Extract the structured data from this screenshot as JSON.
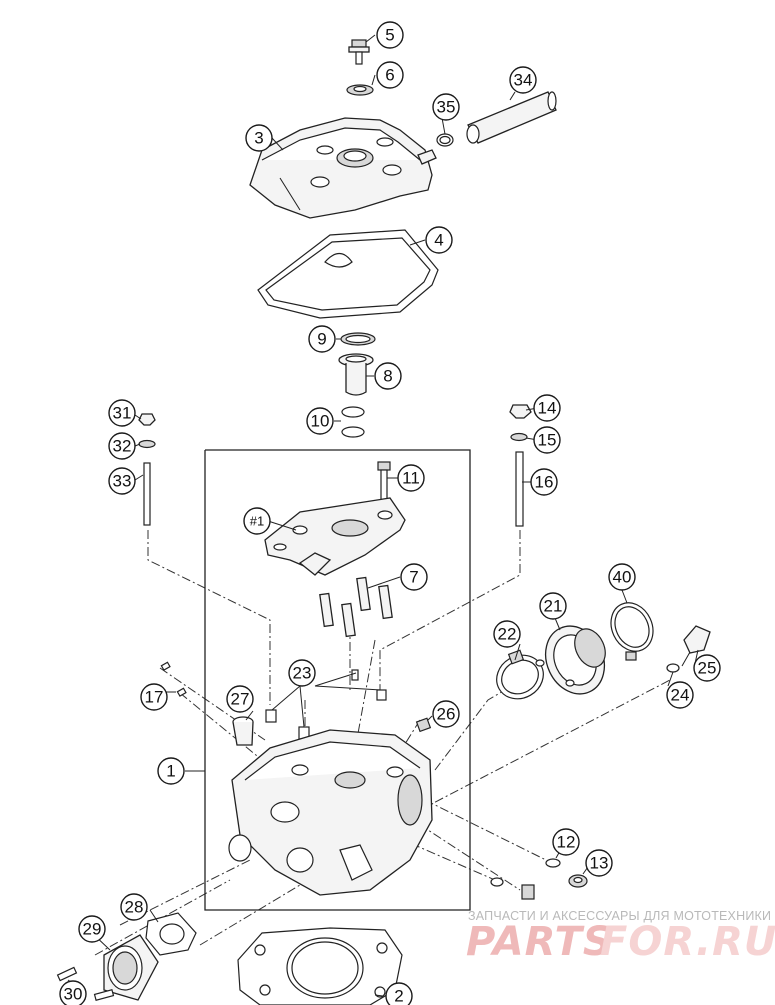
{
  "diagram": {
    "callouts": [
      "1",
      "2",
      "3",
      "4",
      "5",
      "6",
      "7",
      "8",
      "9",
      "10",
      "11",
      "12",
      "13",
      "14",
      "15",
      "16",
      "17",
      "21",
      "22",
      "23",
      "24",
      "25",
      "26",
      "27",
      "28",
      "29",
      "30",
      "31",
      "32",
      "33",
      "34",
      "35",
      "40",
      "#1"
    ]
  },
  "watermark": {
    "tagline": "ЗАПЧАСТИ И АКСЕССУАРЫ ДЛЯ МОТОТЕХНИКИ",
    "brand_left": "PARTS",
    "brand_right": "FOR.RU"
  },
  "colors": {
    "line": "#222222",
    "watermark_red": "#efb9b9",
    "watermark_grey": "#b9b9b9"
  }
}
